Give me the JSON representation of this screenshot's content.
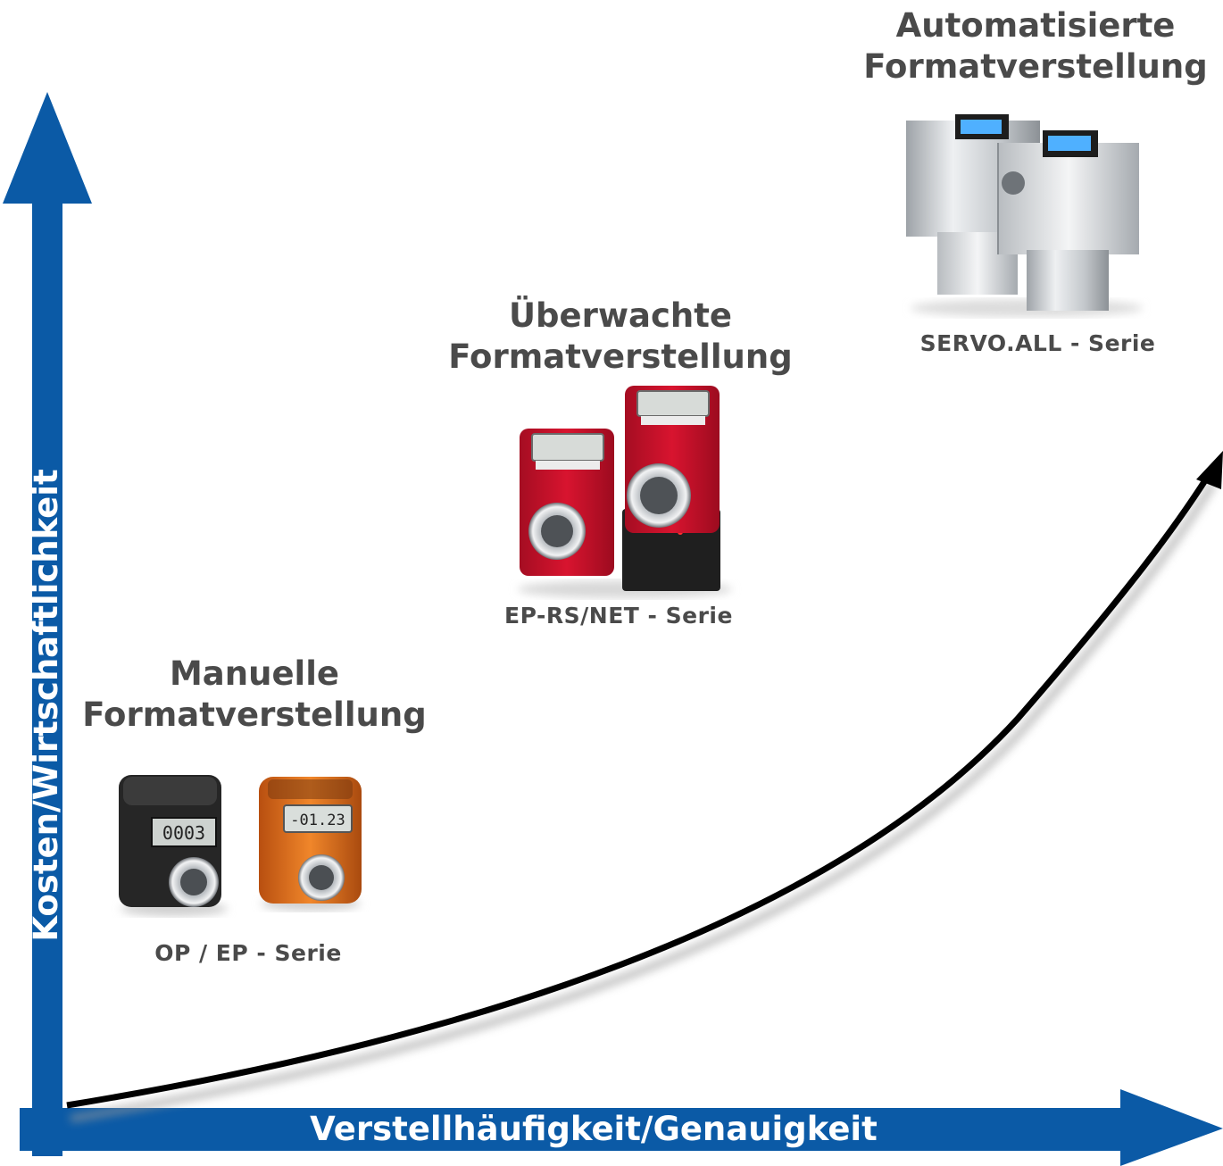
{
  "axes": {
    "y_label": "Kosten/Wirtschaftlichkeit",
    "x_label": "Verstellhäufigkeit/Genauigkeit",
    "color": "#0b5aa6"
  },
  "categories": [
    {
      "title_line1": "Manuelle",
      "title_line2": "Formatverstellung",
      "series": "OP / EP - Serie",
      "image": "black-and-orange-position-indicators"
    },
    {
      "title_line1": "Überwachte",
      "title_line2": "Formatverstellung",
      "series": "EP-RS/NET - Serie",
      "image": "red-electronic-position-indicators"
    },
    {
      "title_line1": "Automatisierte",
      "title_line2": "Formatverstellung",
      "series": "SERVO.ALL - Serie",
      "image": "stainless-servo-drives"
    }
  ],
  "product_texts": {
    "op_counter": "0003",
    "ep_counter": "-01.23"
  },
  "colors": {
    "title_text": "#4a4a4a",
    "curve": "#000000",
    "ep_red": "#c8102e",
    "op_orange": "#e0701e"
  }
}
